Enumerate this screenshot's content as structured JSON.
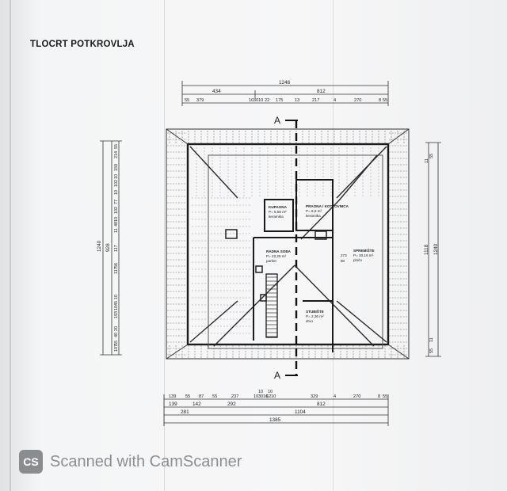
{
  "title": "TLOCRT POTKROVLJA",
  "section_marker": "A",
  "dims": {
    "top_total": "1246",
    "top_row2": [
      "434",
      "812"
    ],
    "top_row3": [
      "55",
      "379",
      "10",
      "30",
      "10",
      "22",
      "175",
      "13",
      "217",
      "4",
      "270",
      "8",
      "55"
    ],
    "bottom_row1": [
      "139",
      "55",
      "87",
      "55",
      "237",
      "10",
      "30",
      "16",
      "62",
      "10",
      "329",
      "4",
      "270",
      "8",
      "55"
    ],
    "bottom_small": [
      "10",
      "10"
    ],
    "bottom_row2": [
      "139",
      "142",
      "292",
      "812"
    ],
    "bottom_row3": [
      "281",
      "1104"
    ],
    "bottom_total": "1385",
    "left_total": "1240",
    "left_928": "928",
    "left_col": [
      "55",
      "214",
      "159",
      "10",
      "102",
      "10",
      "77",
      "102",
      "10",
      "48",
      "11",
      "117",
      "56",
      "117",
      "10",
      "45",
      "10",
      "193",
      "20",
      "40",
      "55",
      "107"
    ],
    "right_total": "1240",
    "right_1118": "1118",
    "right_col": [
      "55",
      "11",
      "55",
      "11"
    ]
  },
  "rooms": [
    {
      "name": "KUPAONA",
      "area": "P= 5,56 m²",
      "floor": "keramika"
    },
    {
      "name": "PRAONA / KOTLOVNICA",
      "area": "P= 6,9 m²",
      "floor": "keramika"
    },
    {
      "name": "RADNA SOBA",
      "area": "P= 22,25 m²",
      "floor": "parket"
    },
    {
      "name": "SPREMIŠTE",
      "area": "P= 30,16 m²",
      "floor": "pločo"
    },
    {
      "name": "STUBIŠTE",
      "area": "P= 2,36 m²",
      "floor": "drvo"
    }
  ],
  "misc_labels": [
    "273",
    "80"
  ],
  "watermark": {
    "logo": "CS",
    "text": "Scanned with CamScanner"
  }
}
